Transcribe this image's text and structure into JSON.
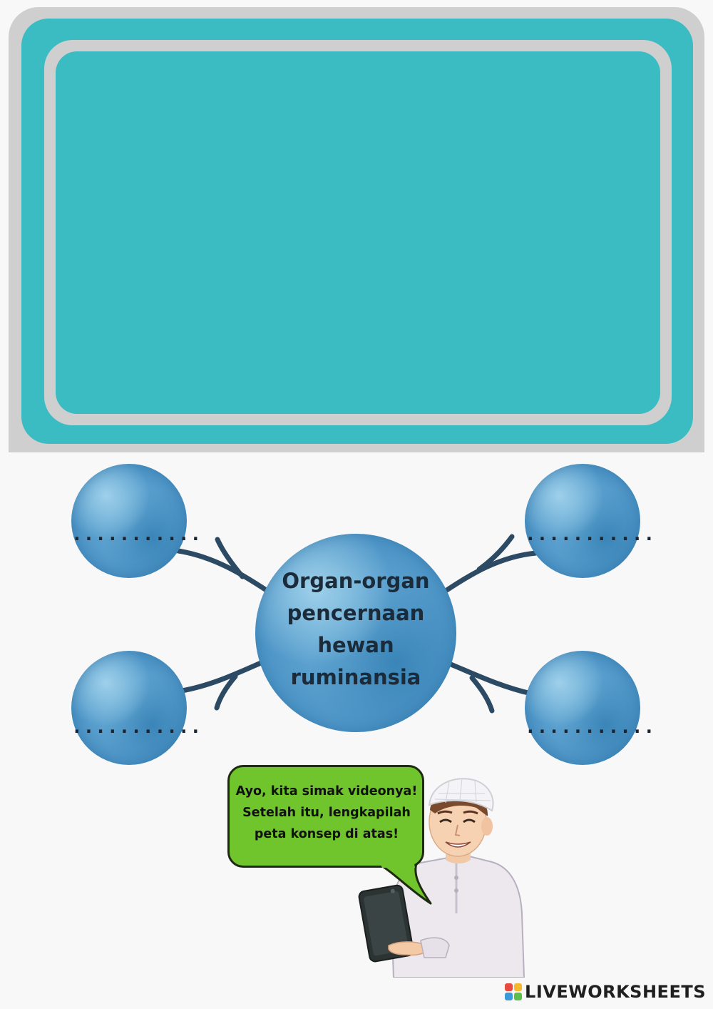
{
  "concept_map": {
    "center_lines": [
      "Organ-organ",
      "pencernaan",
      "hewan",
      "ruminansia"
    ],
    "blanks": {
      "top_left": "...........",
      "top_right": "...........",
      "bottom_left": "...........",
      "bottom_right": "..........."
    }
  },
  "speech_bubble": {
    "line1": "Ayo, kita simak videonya!",
    "line2": "Setelah itu, lengkapilah",
    "line3": "peta konsep di atas!"
  },
  "watermark": {
    "text": "LIVEWORKSHEETS"
  },
  "colors": {
    "frame_teal": "#3bbcc3",
    "frame_gray": "#cfcfcf",
    "bubble_green": "#6fc52b",
    "blob_blue": "#4c94c6",
    "branch_navy": "#2c4a63"
  }
}
